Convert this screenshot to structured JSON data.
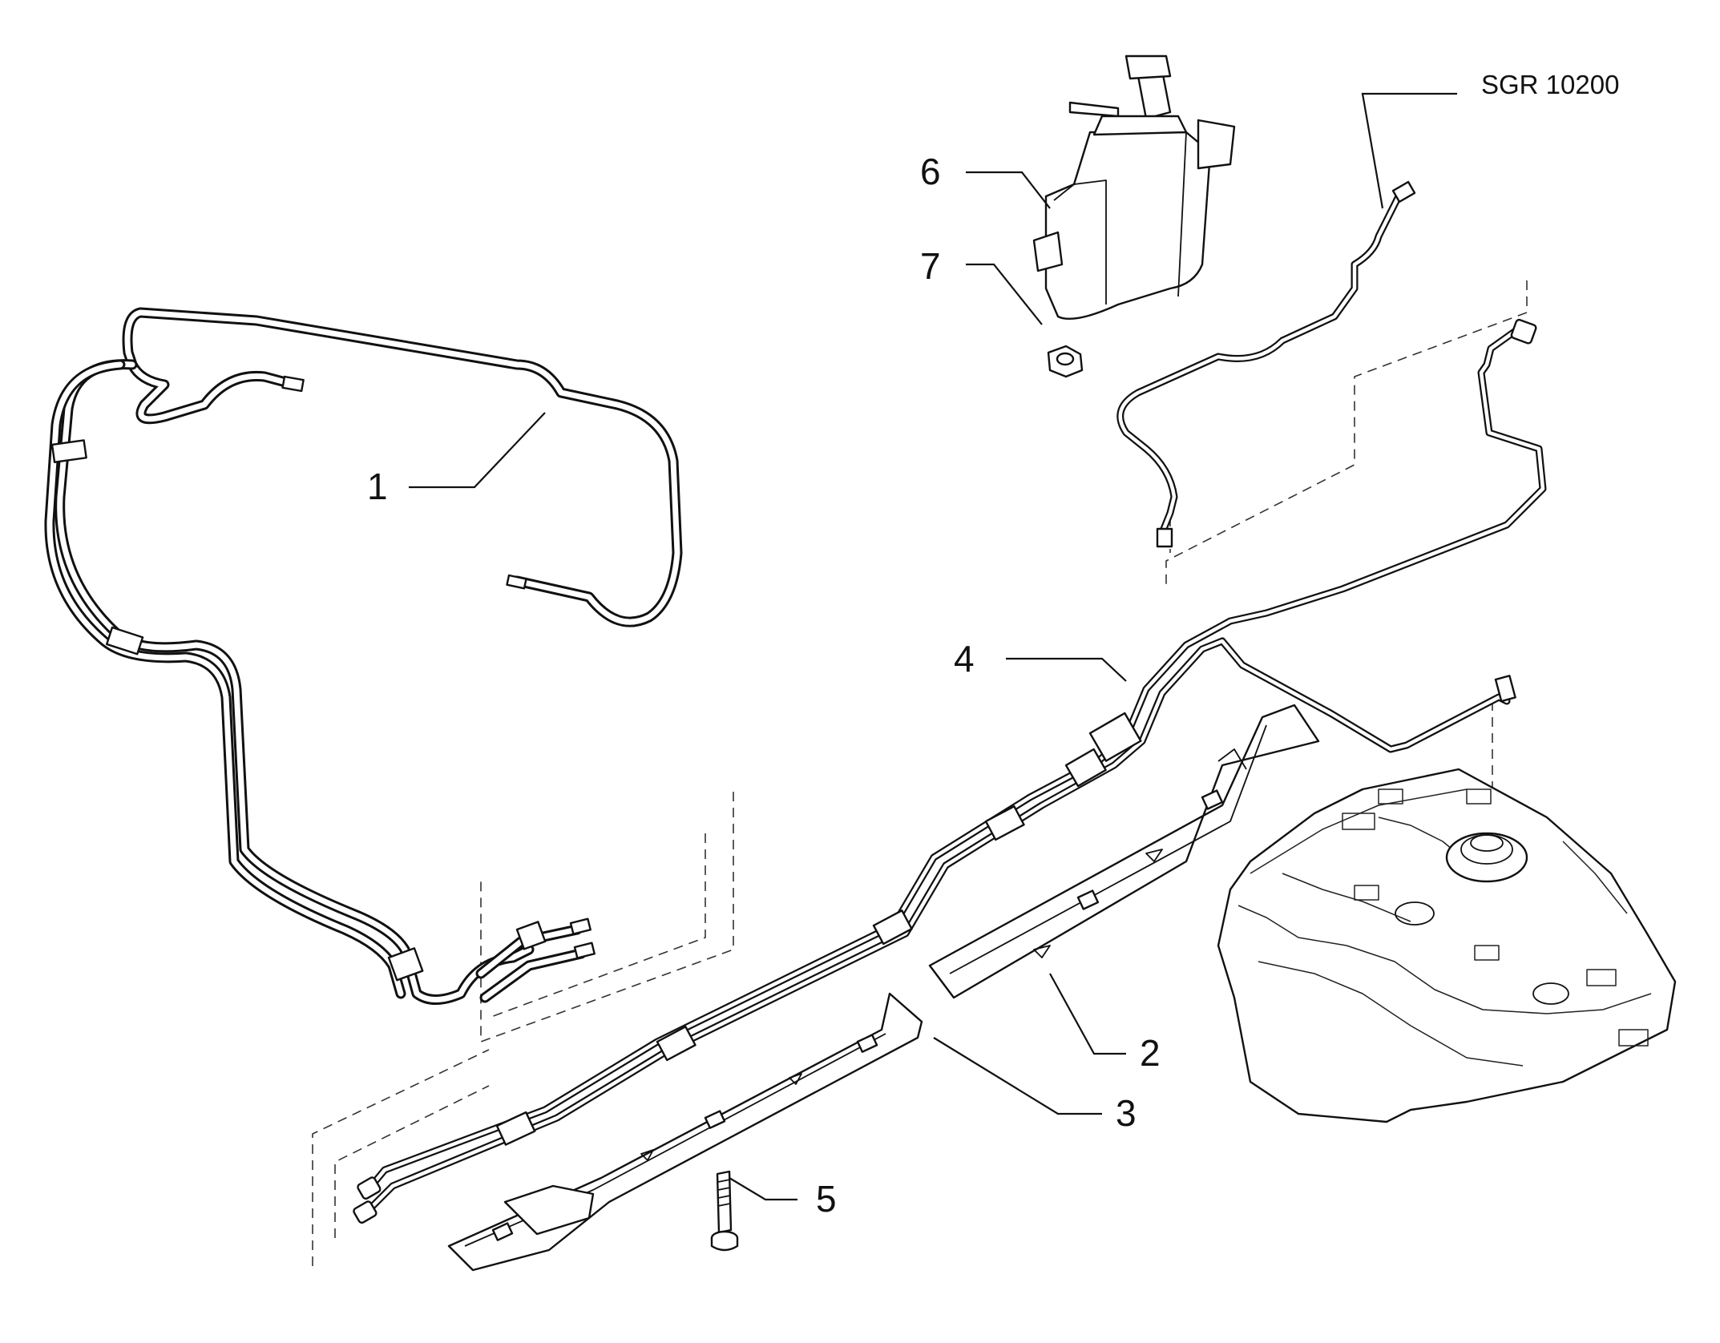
{
  "reference_code": "SGR 10200",
  "callouts": [
    {
      "id": "1",
      "label": "1"
    },
    {
      "id": "2",
      "label": "2"
    },
    {
      "id": "3",
      "label": "3"
    },
    {
      "id": "4",
      "label": "4"
    },
    {
      "id": "5",
      "label": "5"
    },
    {
      "id": "6",
      "label": "6"
    },
    {
      "id": "7",
      "label": "7"
    }
  ]
}
